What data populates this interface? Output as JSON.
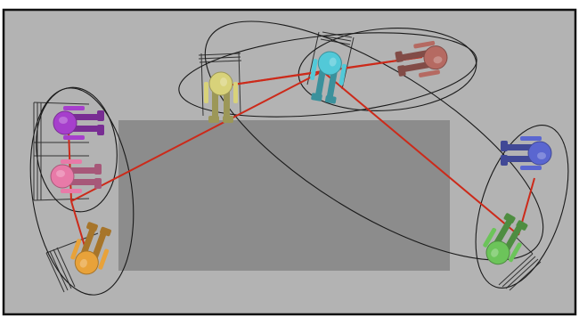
{
  "scene": {
    "background": "#b3b3b3",
    "frame": "#111111",
    "table_color": "#8c8c8c",
    "link_color": "#cc2a1a",
    "group_line_color": "#1a1a1a"
  },
  "figures": [
    {
      "id": "purple",
      "color": "#a63fcc",
      "icon": "seated-person-icon"
    },
    {
      "id": "pink",
      "color": "#e87aa8",
      "icon": "seated-person-icon"
    },
    {
      "id": "orange",
      "color": "#e8a23a",
      "icon": "seated-person-icon"
    },
    {
      "id": "yellow",
      "color": "#d8d27a",
      "icon": "seated-person-icon"
    },
    {
      "id": "cyan",
      "color": "#52c9d8",
      "icon": "seated-person-icon"
    },
    {
      "id": "brown",
      "color": "#b56a62",
      "icon": "seated-person-icon"
    },
    {
      "id": "blue",
      "color": "#5a66d0",
      "icon": "seated-person-icon"
    },
    {
      "id": "green",
      "color": "#6cc45a",
      "icon": "seated-person-icon"
    }
  ],
  "links": [
    [
      "purple",
      "pink"
    ],
    [
      "pink",
      "orange"
    ],
    [
      "pink",
      "cyan"
    ],
    [
      "yellow",
      "cyan"
    ],
    [
      "cyan",
      "brown"
    ],
    [
      "yellow",
      "brown"
    ],
    [
      "cyan",
      "green"
    ],
    [
      "blue",
      "green"
    ]
  ],
  "groups": [
    {
      "id": "left-outer"
    },
    {
      "id": "left-inner"
    },
    {
      "id": "top-outer"
    },
    {
      "id": "top-inner"
    },
    {
      "id": "right"
    },
    {
      "id": "diagonal"
    }
  ]
}
